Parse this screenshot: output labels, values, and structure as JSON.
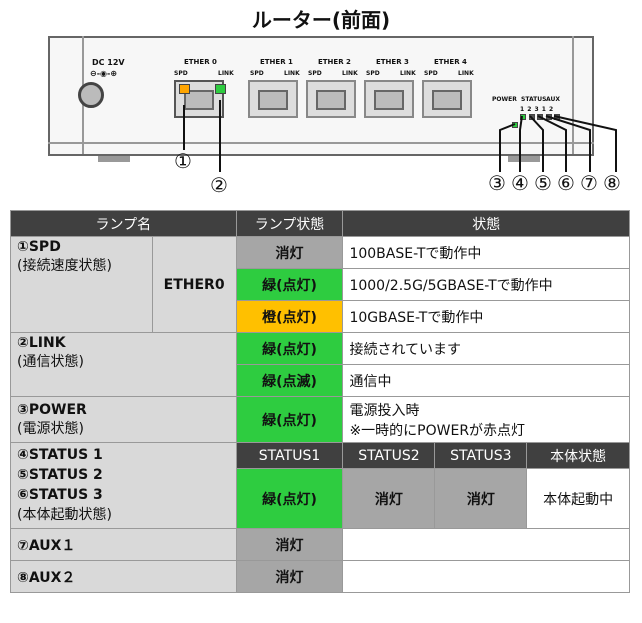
{
  "title": "ルーター(前面)",
  "device": {
    "dc_label": "DC 12V",
    "ports": [
      {
        "name": "ETHER 0",
        "spd": "SPD",
        "link": "LINK"
      },
      {
        "name": "ETHER 1",
        "spd": "SPD",
        "link": "LINK"
      },
      {
        "name": "ETHER 2",
        "spd": "SPD",
        "link": "LINK"
      },
      {
        "name": "ETHER 3",
        "spd": "SPD",
        "link": "LINK"
      },
      {
        "name": "ETHER 4",
        "spd": "SPD",
        "link": "LINK"
      }
    ],
    "status_labels": {
      "power": "POWER",
      "status": "STATUS",
      "aux": "AUX",
      "nums": "1 2 3 1 2"
    },
    "callouts": [
      "①",
      "②",
      "③",
      "④",
      "⑤",
      "⑥",
      "⑦",
      "⑧"
    ],
    "colors": {
      "spd_led": "#ffa500",
      "link_led": "#2ecc40",
      "status_led": "#2ecc40"
    }
  },
  "table": {
    "headers": [
      "ランプ名",
      "ランプ状態",
      "状態"
    ],
    "spd": {
      "name": "①SPD",
      "sub": "(接続速度状態)",
      "port": "ETHER0",
      "rows": [
        {
          "state": "消灯",
          "desc": "100BASE-Tで動作中"
        },
        {
          "state": "緑(点灯)",
          "desc": "1000/2.5G/5GBASE-Tで動作中"
        },
        {
          "state": "橙(点灯)",
          "desc": "10GBASE-Tで動作中"
        }
      ]
    },
    "link": {
      "name": "②LINK",
      "sub": "(通信状態)",
      "rows": [
        {
          "state": "緑(点灯)",
          "desc": "接続されています"
        },
        {
          "state": "緑(点滅)",
          "desc": "通信中"
        }
      ]
    },
    "power": {
      "name": "③POWER",
      "sub": "(電源状態)",
      "state": "緑(点灯)",
      "desc1": "電源投入時",
      "desc2": "※一時的にPOWERが赤点灯"
    },
    "status": {
      "name1": "④STATUS 1",
      "name2": "⑤STATUS 2",
      "name3": "⑥STATUS 3",
      "sub": "(本体起動状態)",
      "subheaders": [
        "STATUS1",
        "STATUS2",
        "STATUS3",
        "本体状態"
      ],
      "values": [
        "緑(点灯)",
        "消灯",
        "消灯",
        "本体起動中"
      ]
    },
    "aux1": {
      "name": "⑦AUX１",
      "state": "消灯"
    },
    "aux2": {
      "name": "⑧AUX２",
      "state": "消灯"
    }
  },
  "colors": {
    "header_bg": "#404040",
    "label_bg": "#d9d9d9",
    "green": "#2ecc40",
    "orange": "#ffc000",
    "off": "#a6a6a6"
  }
}
